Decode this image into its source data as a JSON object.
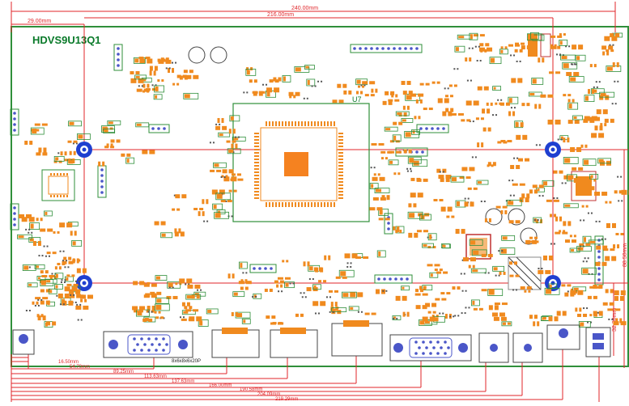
{
  "board": {
    "name": "HDVS9U13Q1",
    "chip_label": "U7",
    "connector_label": "8x6x8x6x20P",
    "colors": {
      "dimension_line": "#e0262a",
      "board_outline": "#2f8f3a",
      "silkscreen": "#0a7a2a",
      "pad": "#f08a1e",
      "chip_core": "#f58220",
      "mount_hole": "#1f3fd0",
      "connector": "#4a56c8",
      "inductor": "#c03030"
    }
  },
  "dimensions": {
    "top": [
      "240.00mm",
      "216.00mm",
      "29.00mm"
    ],
    "right": [
      "88.50mm",
      "32.30mm"
    ],
    "bottom": [
      "16.50mm",
      "54.70mm",
      "89.25mm",
      "113.63mm",
      "137.63mm",
      "166.00mm",
      "190.58mm",
      "204.09mm",
      "219.29mm"
    ]
  }
}
